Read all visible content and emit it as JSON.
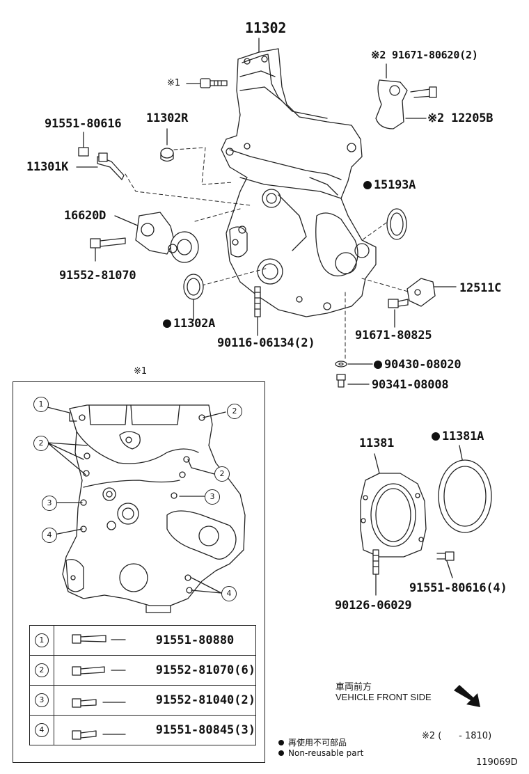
{
  "parts": {
    "p11302": "11302",
    "p91671_80620": "※2 91671-80620(2)",
    "p_x1": "※1",
    "p12205B": "※2 12205B",
    "p91551_80616": "91551-80616",
    "p11302R": "11302R",
    "p11301K": "11301K",
    "p15193A": "15193A",
    "p16620D": "16620D",
    "p91552_81070": "91552-81070",
    "p12511C": "12511C",
    "p11302A": "11302A",
    "p90116": "90116-06134(2)",
    "p91671_80825": "91671-80825",
    "p90430": "90430-08020",
    "p90341": "90341-08008",
    "p11381": "11381",
    "p11381A": "11381A",
    "p91551_80616_4": "91551-80616(4)",
    "p90126": "90126-06029"
  },
  "inset": {
    "title": "※1",
    "callouts": [
      "1",
      "2",
      "3",
      "4"
    ],
    "fasteners": [
      {
        "num": "1",
        "part": "91551-80880"
      },
      {
        "num": "2",
        "part": "91552-81070(6)"
      },
      {
        "num": "3",
        "part": "91552-81040(2)"
      },
      {
        "num": "4",
        "part": "91551-80845(3)"
      }
    ]
  },
  "direction": {
    "jp": "車両前方",
    "en": "VEHICLE FRONT SIDE"
  },
  "legend": {
    "jp": "再使用不可部品",
    "en": "Non-reusable part"
  },
  "footnote": "※2 (      - 1810)",
  "drawing_id": "119069D"
}
